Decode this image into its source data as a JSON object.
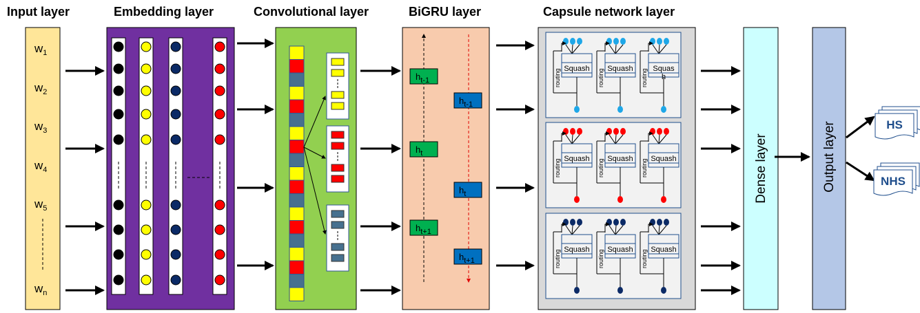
{
  "titles": {
    "input": "Input layer",
    "embedding": "Embedding layer",
    "conv": "Convolutional layer",
    "bigru": "BiGRU layer",
    "capsule": "Capsule network layer"
  },
  "words": [
    {
      "base": "w",
      "sub": "1"
    },
    {
      "base": "w",
      "sub": "2"
    },
    {
      "base": "w",
      "sub": "3"
    },
    {
      "base": "w",
      "sub": "4"
    },
    {
      "base": "w",
      "sub": "5"
    },
    {
      "base": "w",
      "sub": "n"
    }
  ],
  "embedding_columns": [
    {
      "color": "#000000"
    },
    {
      "color": "#ffff00"
    },
    {
      "color": "#0b2a66"
    },
    {
      "color": "#ff0000"
    }
  ],
  "conv_colors": {
    "yellow": "#ffff00",
    "red": "#ff0000",
    "slate": "#47708f",
    "background": "#92d050",
    "border": "#2f5597"
  },
  "bigru": {
    "forward": [
      {
        "base": "h",
        "sub": "t-1"
      },
      {
        "base": "h",
        "sub": "t"
      },
      {
        "base": "h",
        "sub": "t+1"
      }
    ],
    "backward": [
      {
        "base": "h",
        "sub": "t-1"
      },
      {
        "base": "h",
        "sub": "t"
      },
      {
        "base": "h",
        "sub": "t+1"
      }
    ],
    "forward_color": "#00b050",
    "backward_color": "#0070c0",
    "background": "#f8cbad"
  },
  "capsule": {
    "rows": [
      {
        "color": "#1ea7e8",
        "labels": [
          "Squash",
          "Squash",
          "Squas\nh"
        ]
      },
      {
        "color": "#ff0000",
        "labels": [
          "Squash",
          "Squash",
          "Squash"
        ]
      },
      {
        "color": "#0b2a66",
        "labels": [
          "Squash",
          "Squash",
          "Squash"
        ]
      }
    ],
    "routing_label": "routing",
    "outer_bg": "#d9d9d9"
  },
  "dense": {
    "label": "Dense layer",
    "color": "#ccffff"
  },
  "output": {
    "label": "Output layer",
    "color": "#b4c7e7"
  },
  "outputs": [
    "HS",
    "NHS"
  ],
  "colors": {
    "input_bg": "#ffe699",
    "embedding_bg": "#7030a0"
  }
}
